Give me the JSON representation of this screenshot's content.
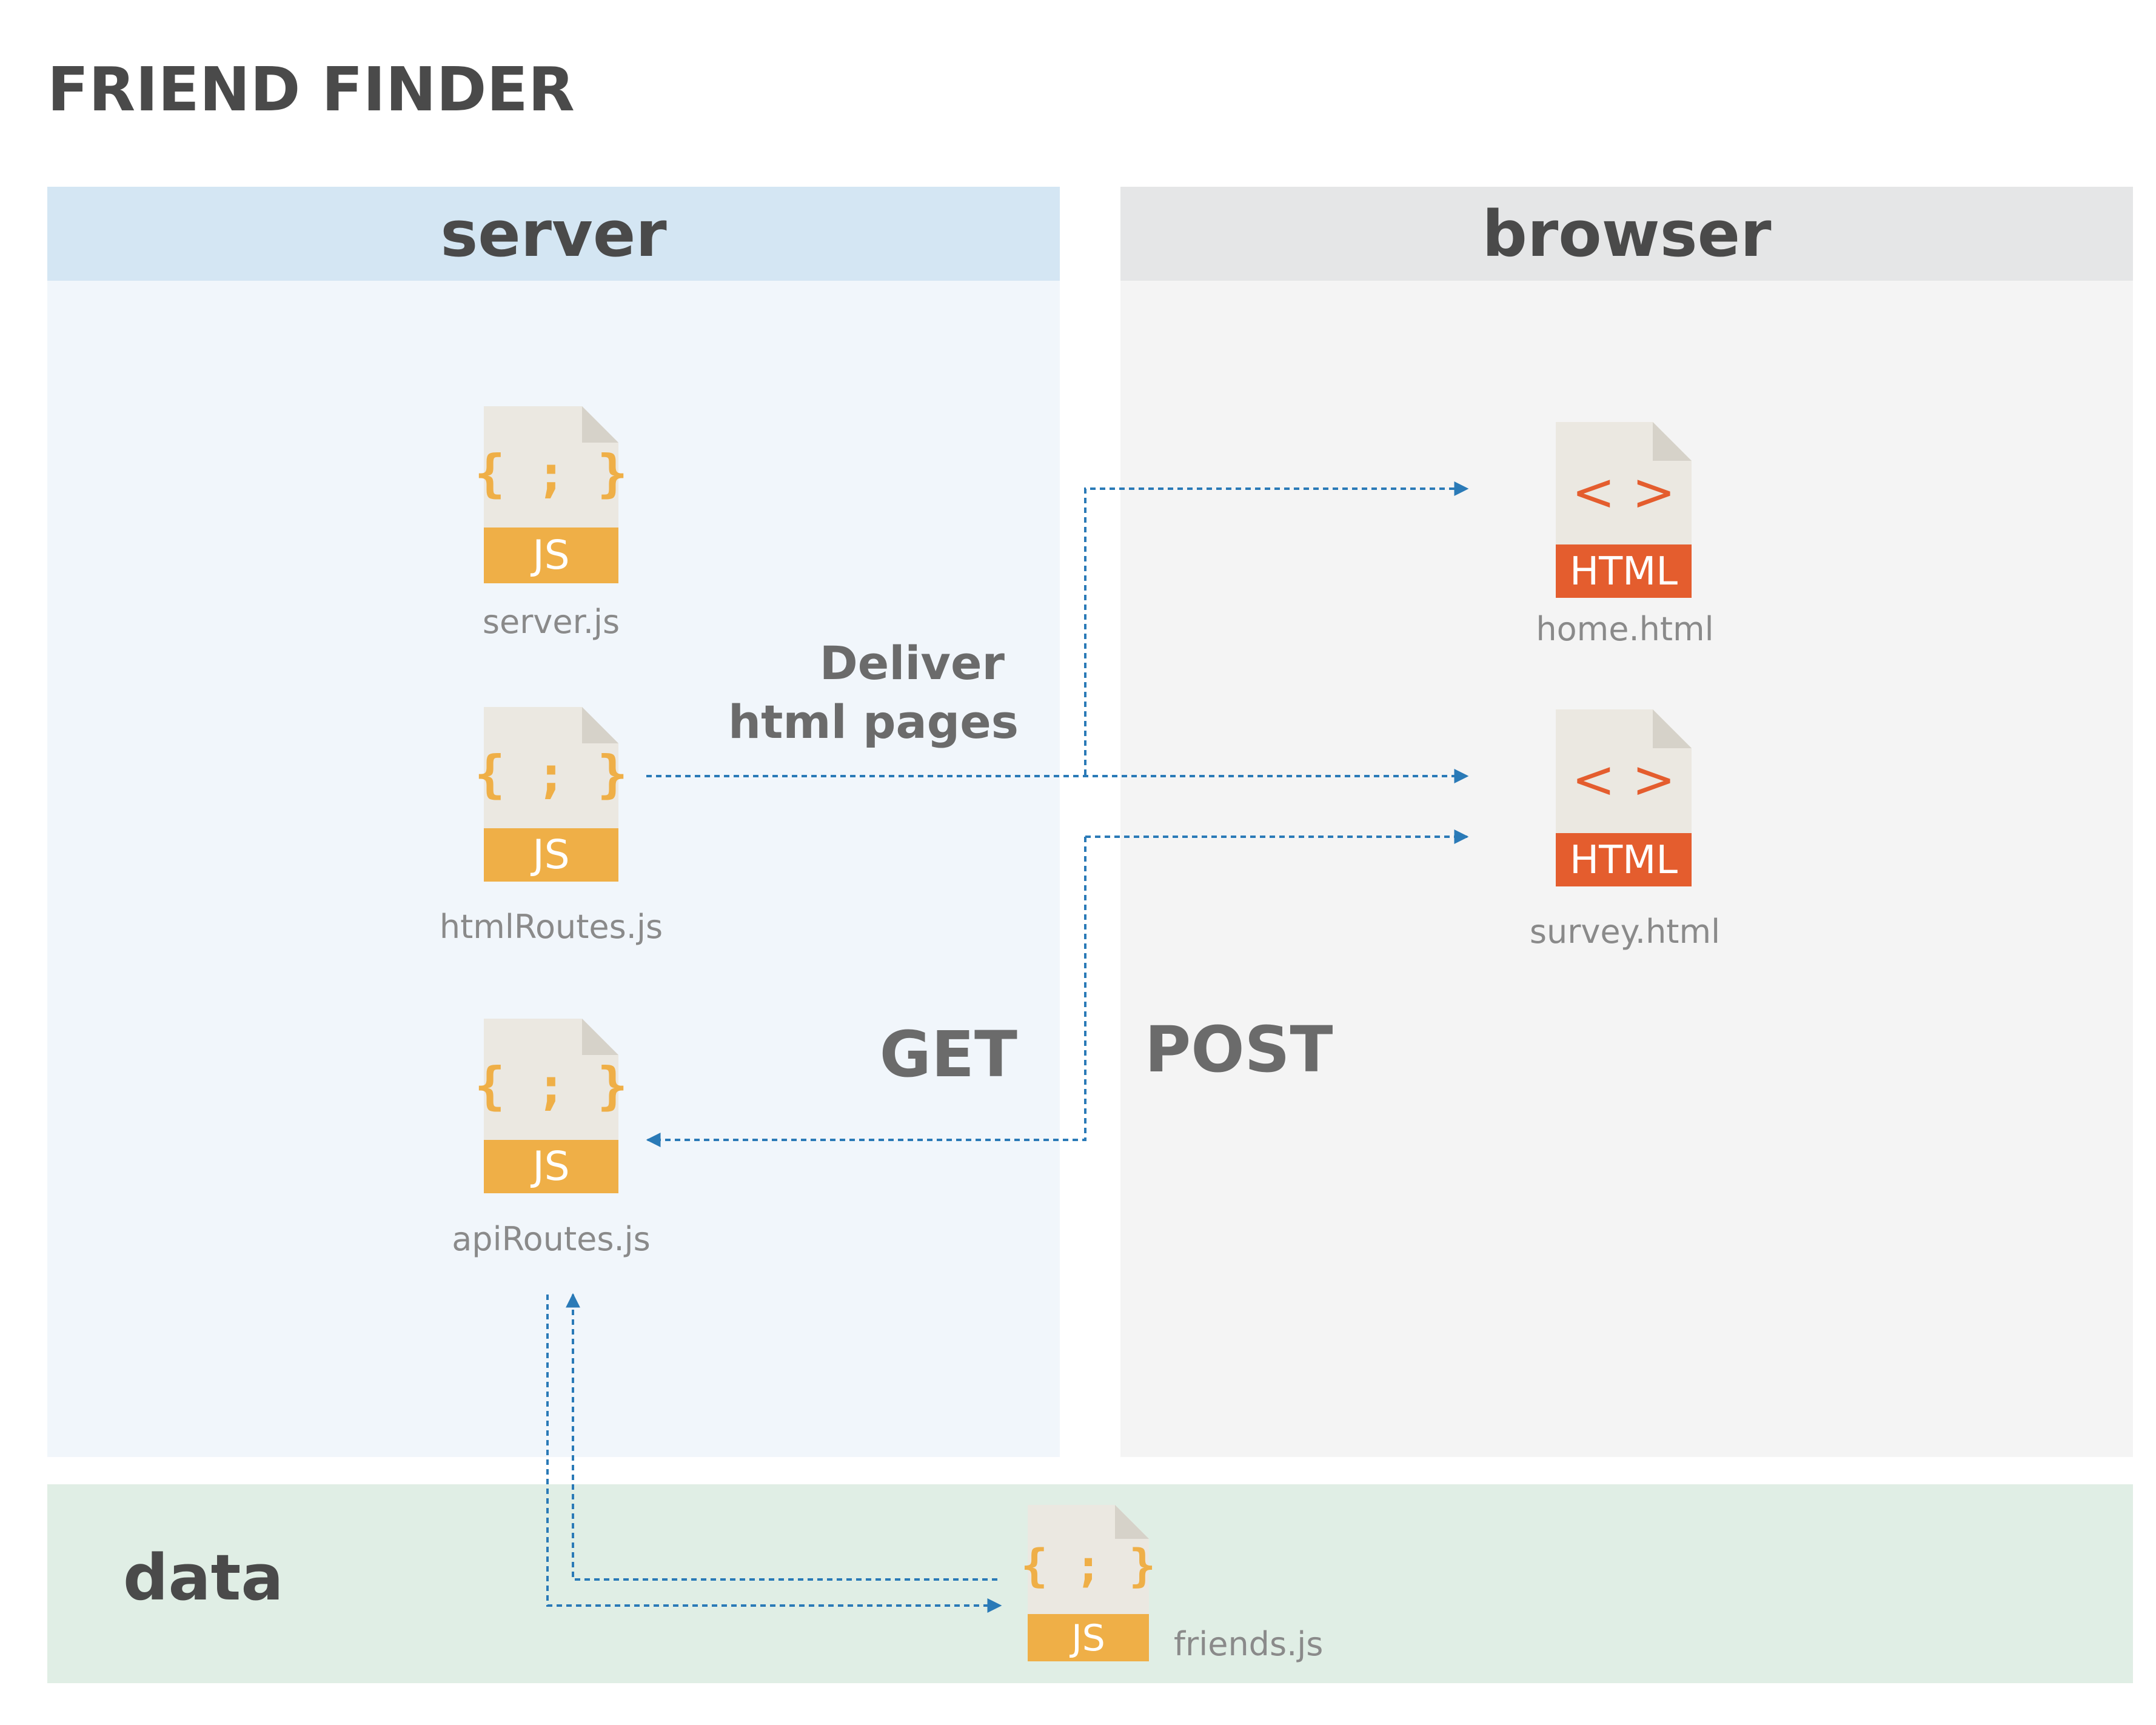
{
  "title": "FRIEND FINDER",
  "panels": {
    "server": "server",
    "browser": "browser",
    "data": "data"
  },
  "files": {
    "server_js": {
      "badge": "JS",
      "glyph": "{ ; }",
      "caption": "server.js"
    },
    "html_routes_js": {
      "badge": "JS",
      "glyph": "{ ; }",
      "caption": "htmlRoutes.js"
    },
    "api_routes_js": {
      "badge": "JS",
      "glyph": "{ ; }",
      "caption": "apiRoutes.js"
    },
    "home_html": {
      "badge": "HTML",
      "glyph": "< >",
      "caption": "home.html"
    },
    "survey_html": {
      "badge": "HTML",
      "glyph": "< >",
      "caption": "survey.html"
    },
    "friends_js": {
      "badge": "JS",
      "glyph": "{ ; }",
      "caption": "friends.js"
    }
  },
  "labels": {
    "deliver_line1": "Deliver",
    "deliver_line2": "html pages",
    "get": "GET",
    "post": "POST"
  },
  "colors": {
    "title": "#4a4a4a",
    "server_header": "#d4e6f3",
    "server_body": "#f1f6fb",
    "browser_header": "#e5e6e7",
    "browser_body": "#f4f4f4",
    "data_band": "#e0eee5",
    "js_accent": "#efaf47",
    "html_accent": "#e45d2e",
    "file_paper": "#ebe8e1",
    "file_fold": "#d6d2c9",
    "caption": "#8a8a8a",
    "label": "#6b6b6b",
    "arrow": "#2a7ab7"
  }
}
